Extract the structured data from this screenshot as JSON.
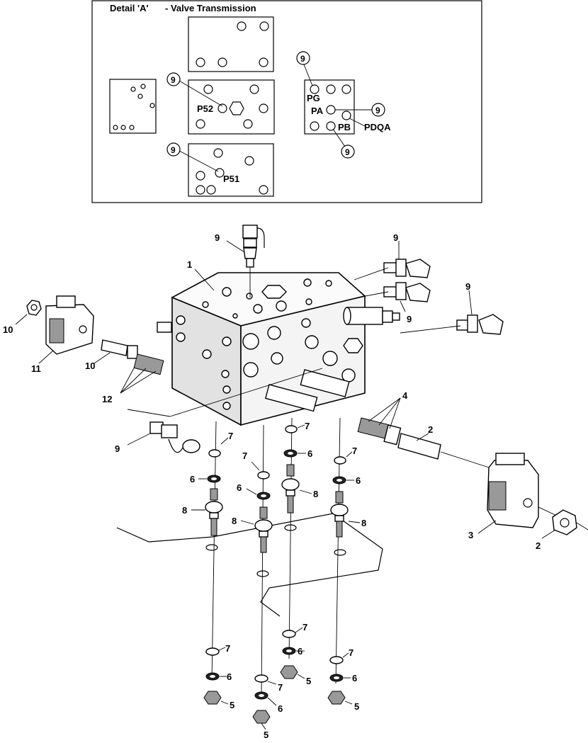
{
  "detail": {
    "title": "Detail 'A'",
    "subtitle": " - Valve Transmission"
  },
  "ports": {
    "p52": "P52",
    "p51": "P51",
    "pg": "PG",
    "pa": "PA",
    "pb": "PB",
    "pdqa": "PDQA"
  },
  "callouts": {
    "nine": "9",
    "one": "1",
    "two": "2",
    "three": "3",
    "four": "4",
    "five": "5",
    "six": "6",
    "seven": "7",
    "eight": "8",
    "ten": "10",
    "eleven": "11",
    "twelve": "12"
  }
}
